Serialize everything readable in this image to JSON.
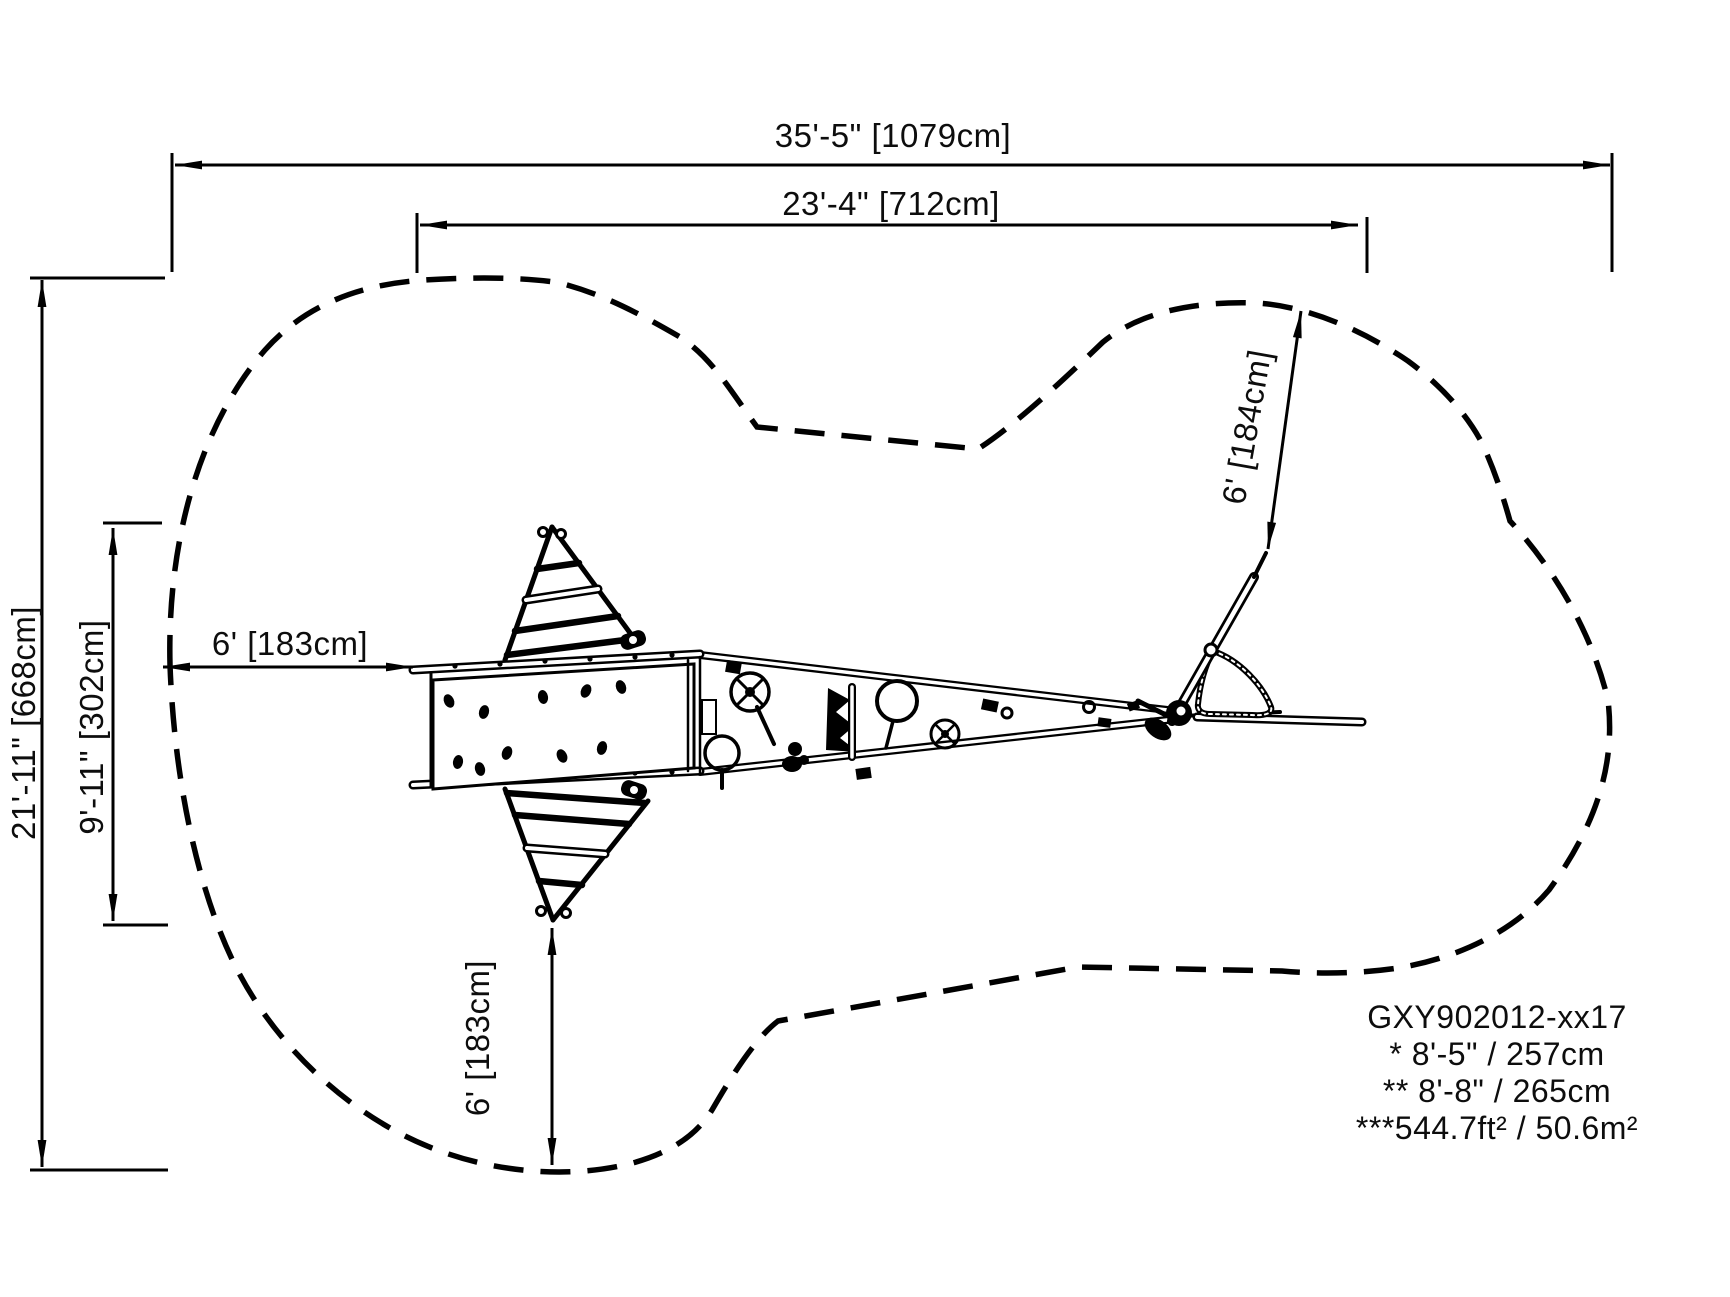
{
  "drawing": {
    "title_block": {
      "model": "GXY902012-xx17",
      "note_fall_height": "* 8'-5\" / 257cm",
      "note_deck_height": "** 8'-8\" / 265cm",
      "note_area": "***544.7ft² / 50.6m²"
    },
    "dimensions": {
      "overall_width": "35'-5\" [1079cm]",
      "structure_width": "23'-4\" [712cm]",
      "overall_height": "21'-11\" [668cm]",
      "structure_height": "9'-11\" [302cm]",
      "clearance_left": "6' [183cm]",
      "clearance_bottom": "6' [183cm]",
      "clearance_right": "6' [184cm]"
    },
    "colors": {
      "line": "#000000",
      "background": "#ffffff"
    }
  }
}
